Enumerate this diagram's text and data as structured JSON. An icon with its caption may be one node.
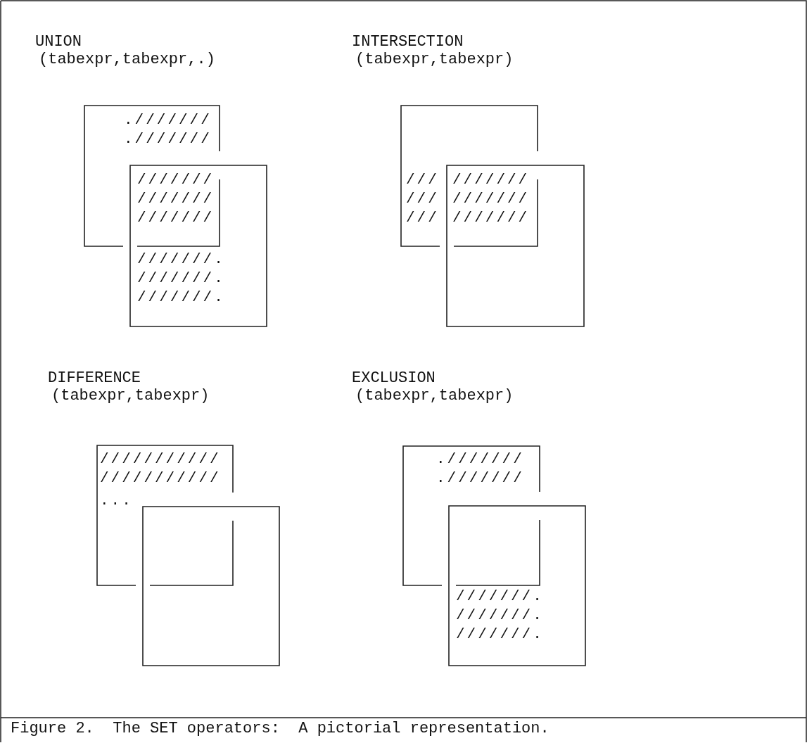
{
  "diagram": {
    "caption": "Figure 2.  The SET operators:  A pictorial representation.",
    "labels": [
      "UNION",
      "(tabexpr,tabexpr,.)",
      ".///////",
      ".///////",
      "///////",
      "///////",
      "///////",
      "///////.",
      "///////.",
      "///////.",
      "INTERSECTION",
      "(tabexpr,tabexpr)",
      "///",
      "///////",
      "///",
      "///////",
      "///",
      "///////",
      "DIFFERENCE",
      "(tabexpr,tabexpr)",
      "///////////",
      "///////////",
      "...",
      "EXCLUSION",
      "(tabexpr,tabexpr)",
      ".///////",
      ".///////",
      "///////.",
      "///////.",
      "///////."
    ]
  }
}
